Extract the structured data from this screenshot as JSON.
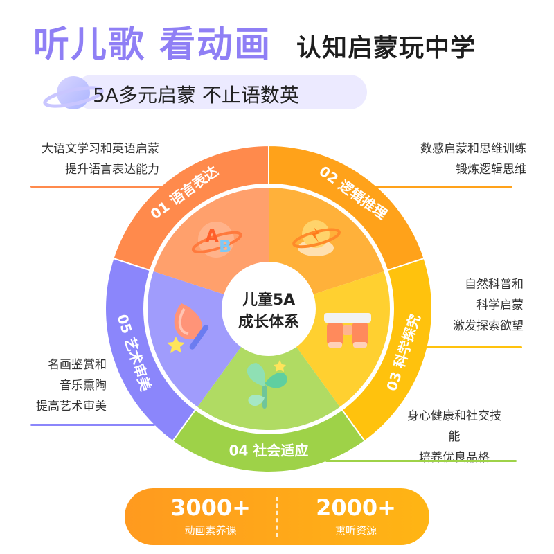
{
  "header": {
    "title_main": "听儿歌 看动画",
    "title_sub": "认知启蒙玩中学",
    "tagline": "5A多元启蒙 不止语数英"
  },
  "wheel": {
    "center_line1": "儿童5A",
    "center_line2": "成长体系",
    "segments": [
      {
        "label": "01 语言表达",
        "color": "#ff8a4c",
        "inner": "#ffa06c",
        "icon": "ab-letters-planet-icon"
      },
      {
        "label": "02 逻辑推理",
        "color": "#ffa21a",
        "inner": "#ffb13a",
        "icon": "lightbulb-planet-icon"
      },
      {
        "label": "03 科学探究",
        "color": "#ffc20d",
        "inner": "#ffd030",
        "icon": "binoculars-icon"
      },
      {
        "label": "04 社会适应",
        "color": "#9ed248",
        "inner": "#b0db63",
        "icon": "sprout-icon"
      },
      {
        "label": "05 艺术审美",
        "color": "#8b86fb",
        "inner": "#a09cfc",
        "icon": "paint-brush-icon"
      }
    ]
  },
  "descriptions": {
    "lang": {
      "line1": "大语文学习和英语启蒙",
      "line2": "提升语言表达能力"
    },
    "logic": {
      "line1": "数感启蒙和思维训练",
      "line2": "锻炼逻辑思维"
    },
    "science": {
      "line1": "自然科普和",
      "line2": "科学启蒙",
      "line3": "激发探索欲望"
    },
    "art": {
      "line1": "名画鉴赏和",
      "line2": "音乐熏陶",
      "line3": "提高艺术审美"
    },
    "social": {
      "line1": "身心健康和社交技",
      "line2": "能",
      "line3": "培养优良品格"
    }
  },
  "stats": [
    {
      "num": "3000+",
      "label": "动画素养课"
    },
    {
      "num": "2000+",
      "label": "熏听资源"
    }
  ],
  "colors": {
    "accent": "#8f7ff5",
    "orange": "#ff9a1f"
  }
}
